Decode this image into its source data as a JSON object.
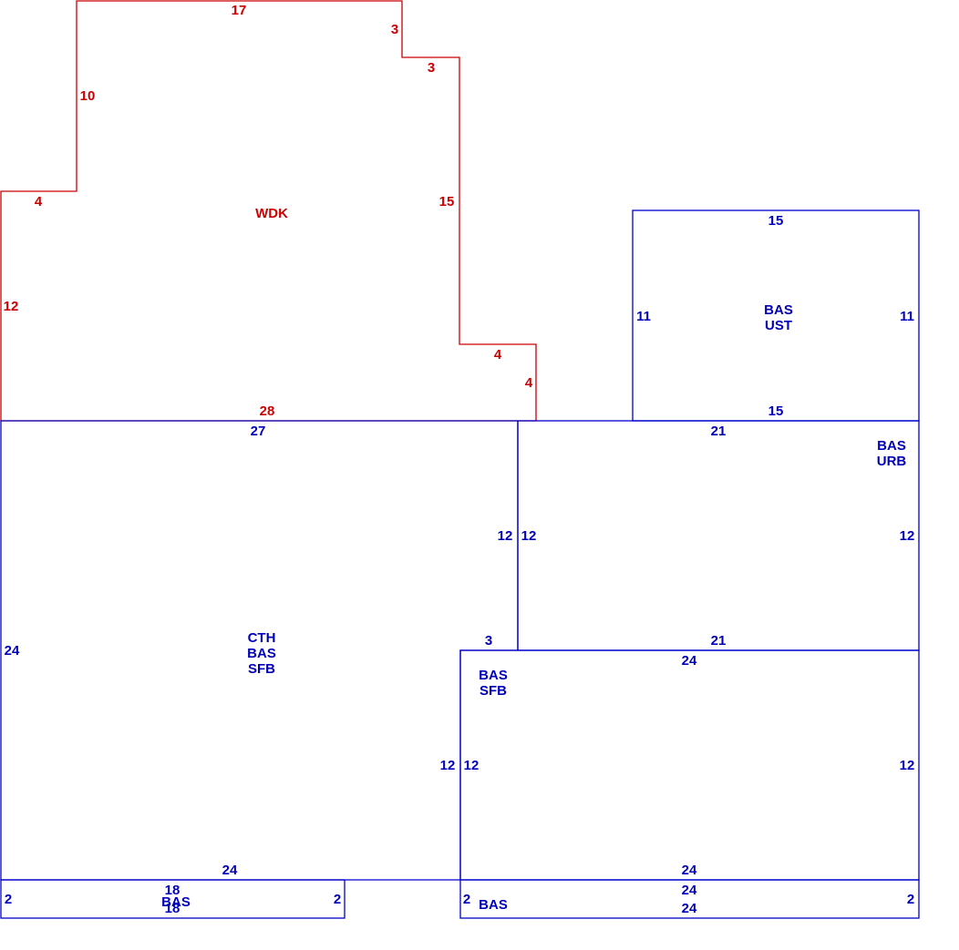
{
  "colors": {
    "deck": "#cc0000",
    "building": "#0000cc"
  },
  "areas": {
    "wdk": {
      "code": "WDK",
      "dims": [
        "17",
        "3",
        "3",
        "10",
        "15",
        "4",
        "12",
        "4",
        "4",
        "28"
      ]
    },
    "bas_ust": {
      "codes": [
        "BAS",
        "UST"
      ],
      "dims": [
        "15",
        "11",
        "11",
        "15"
      ]
    },
    "bas_urb": {
      "codes": [
        "BAS",
        "URB"
      ],
      "dims": [
        "21",
        "12",
        "12",
        "21"
      ]
    },
    "cth_bas_sfb": {
      "codes": [
        "CTH",
        "BAS",
        "SFB"
      ],
      "dims": [
        "27",
        "12",
        "24",
        "3",
        "12",
        "24"
      ]
    },
    "bas_sfb": {
      "codes": [
        "BAS",
        "SFB"
      ],
      "dims": [
        "24",
        "12",
        "12",
        "24"
      ]
    },
    "bas_left_strip": {
      "code": "BAS",
      "dims": [
        "18",
        "2",
        "18",
        "2"
      ]
    },
    "bas_right_strip": {
      "code": "BAS",
      "dims": [
        "24",
        "2",
        "24",
        "2"
      ]
    }
  }
}
